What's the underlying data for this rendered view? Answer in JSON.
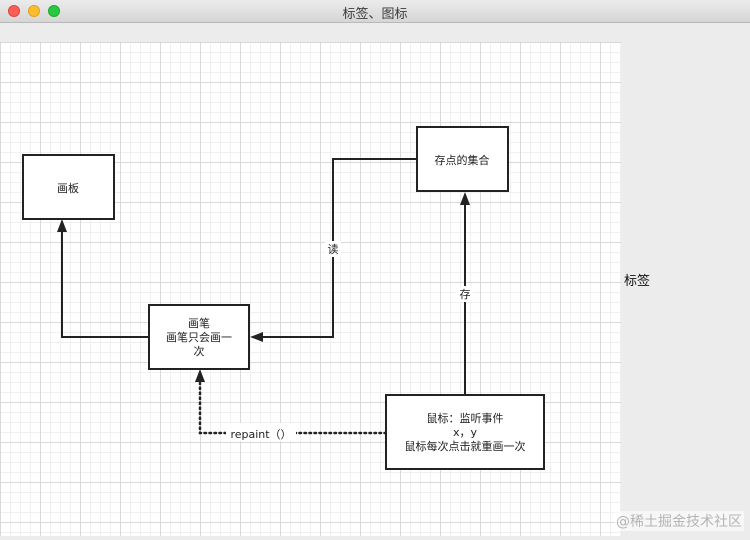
{
  "window": {
    "title": "标签、图标"
  },
  "label_text": "标签",
  "watermark": "@稀土掘金技术社区",
  "diagram": {
    "nodes": {
      "canvas": {
        "line1": "画板"
      },
      "pen": {
        "line1": "画笔",
        "line2": "画笔只会画一",
        "line3": "次"
      },
      "points": {
        "line1": "存点的集合"
      },
      "mouse": {
        "line1": "鼠标：监听事件",
        "line2": "x，y",
        "line3": "鼠标每次点击就重画一次"
      }
    },
    "edges": {
      "read": "读",
      "store": "存",
      "repaint": "repaint（）"
    }
  }
}
